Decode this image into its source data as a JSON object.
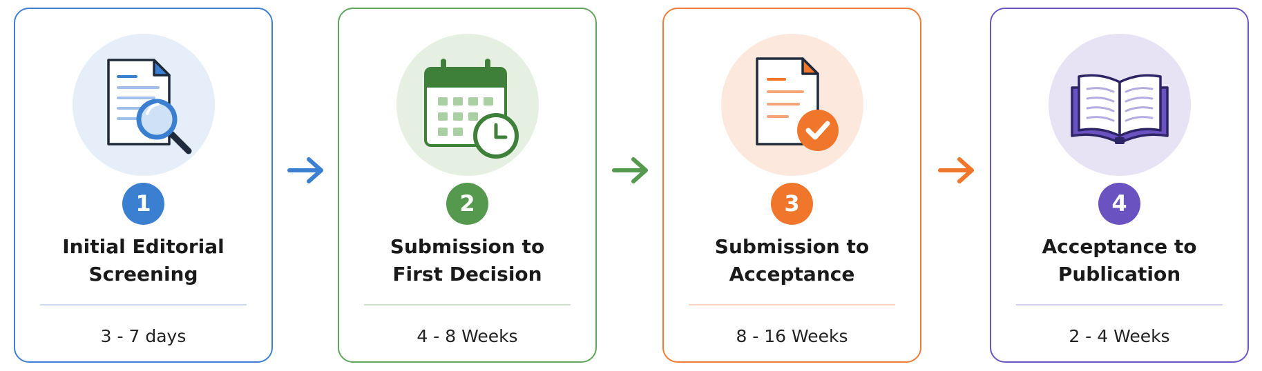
{
  "steps": [
    {
      "number": "1",
      "title_line1": "Initial Editorial",
      "title_line2": "Screening",
      "duration": "3 - 7 days",
      "icon": "document-search-icon",
      "accent": "#3b7fd1"
    },
    {
      "number": "2",
      "title_line1": "Submission to",
      "title_line2": "First Decision",
      "duration": "4 - 8 Weeks",
      "icon": "calendar-clock-icon",
      "accent": "#55994f"
    },
    {
      "number": "3",
      "title_line1": "Submission to",
      "title_line2": "Acceptance",
      "duration": "8 - 16 Weeks",
      "icon": "document-check-icon",
      "accent": "#f0762b"
    },
    {
      "number": "4",
      "title_line1": "Acceptance to",
      "title_line2": "Publication",
      "duration": "2 - 4 Weeks",
      "icon": "open-book-icon",
      "accent": "#6a52c0"
    }
  ],
  "connectors": [
    {
      "icon": "arrow-right-icon",
      "color": "#3b7fd1"
    },
    {
      "icon": "arrow-right-icon",
      "color": "#55994f"
    },
    {
      "icon": "arrow-right-icon",
      "color": "#f0762b"
    }
  ]
}
